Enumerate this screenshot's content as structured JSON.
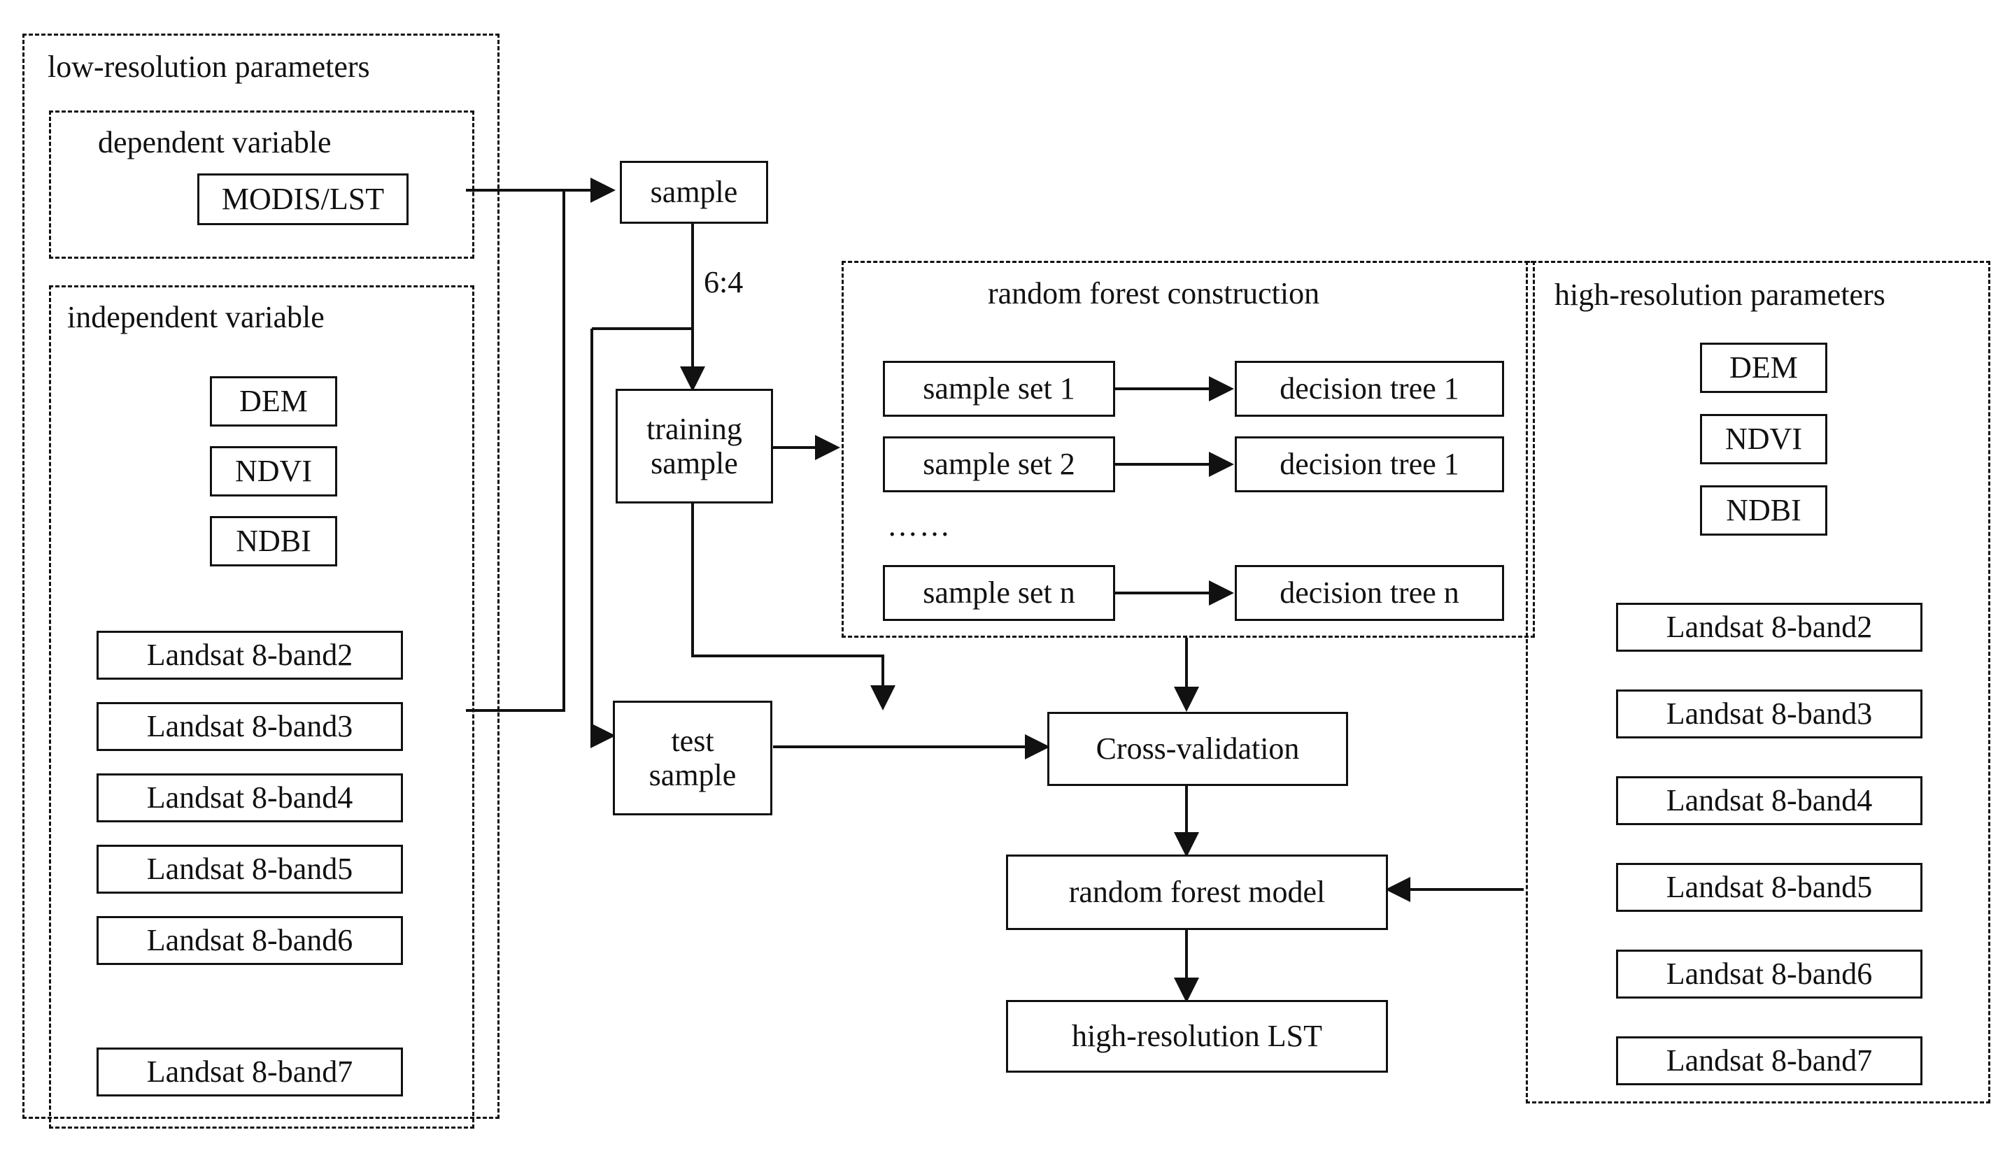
{
  "diagram": {
    "title_semantic": "random-forest-lst-downscaling-flowchart",
    "groups": {
      "low_res": {
        "label": "low-resolution parameters",
        "dependent": {
          "label": "dependent variable",
          "nodes": [
            "MODIS/LST"
          ]
        },
        "independent": {
          "label": "independent variable",
          "nodes": [
            "DEM",
            "NDVI",
            "NDBI",
            "Landsat 8-band2",
            "Landsat 8-band3",
            "Landsat 8-band4",
            "Landsat 8-band5",
            "Landsat 8-band6",
            "Landsat 8-band7"
          ]
        }
      },
      "random_forest": {
        "label": "random forest construction",
        "ellipsis": "……",
        "sample_sets": [
          "sample set 1",
          "sample set 2",
          "sample set n"
        ],
        "decision_trees": [
          "decision tree 1",
          "decision tree 1",
          "decision tree n"
        ]
      },
      "high_res": {
        "label": "high-resolution parameters",
        "nodes": [
          "DEM",
          "NDVI",
          "NDBI",
          "Landsat 8-band2",
          "Landsat 8-band3",
          "Landsat 8-band4",
          "Landsat 8-band5",
          "Landsat 8-band6",
          "Landsat 8-band7"
        ]
      }
    },
    "pipeline": {
      "sample": "sample",
      "split_ratio": "6:4",
      "training_sample": "training\nsample",
      "training_sample_line1": "training",
      "training_sample_line2": "sample",
      "test_sample_line1": "test",
      "test_sample_line2": "sample",
      "cross_validation": "Cross-validation",
      "random_forest_model": "random forest model",
      "output": "high-resolution LST"
    },
    "colors": {
      "stroke": "#111111",
      "background": "#ffffff",
      "text": "#111111"
    }
  }
}
